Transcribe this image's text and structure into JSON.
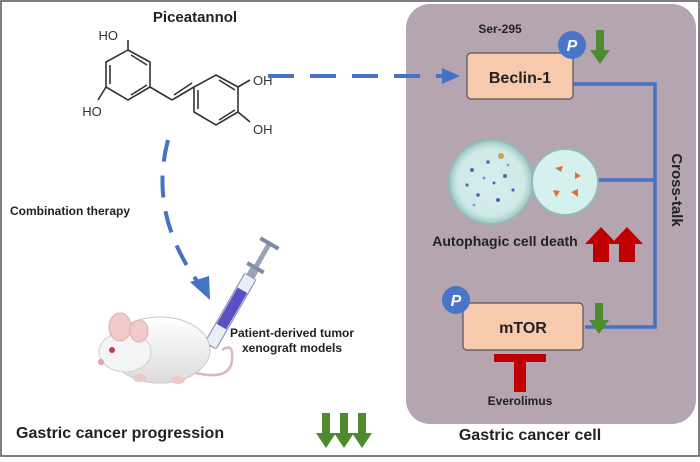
{
  "compound": {
    "name": "Piceatannol",
    "groups": [
      "HO",
      "HO",
      "OH",
      "OH"
    ]
  },
  "cell": {
    "title": "Gastric cancer cell",
    "cross_talk": "Cross-talk",
    "beclin": {
      "label": "Beclin-1",
      "site": "Ser-295",
      "phospho": "P"
    },
    "mtor": {
      "label": "mTOR",
      "phospho": "P"
    },
    "autophagy_label": "Autophagic cell death",
    "inhibitor": "Everolimus"
  },
  "therapy": {
    "label": "Combination therapy",
    "model_line1": "Patient-derived tumor",
    "model_line2": "xenograft  models",
    "outcome": "Gastric cancer progression"
  },
  "colors": {
    "cell_fill": "#b4a5b1",
    "box_fill": "#f7c9ad",
    "phospho": "#4a74c9",
    "flow_arrow": "#4472c4",
    "down_arrow": "#4e8a2e",
    "up_arrow": "#c00000",
    "inhibit": "#c00000"
  }
}
